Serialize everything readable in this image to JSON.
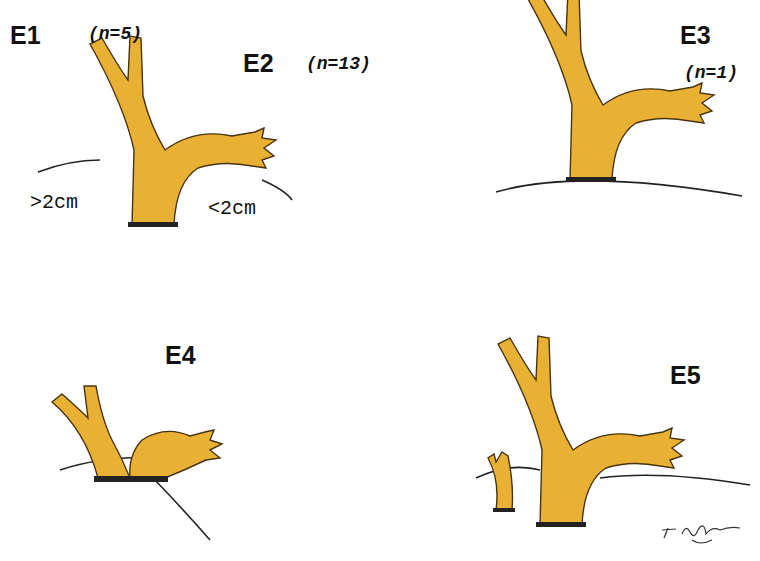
{
  "diagram": {
    "labels": [
      "E1",
      "(n=5)",
      "E2",
      "(n=13)",
      "E3",
      "(n=1)",
      ">2cm",
      "<2cm",
      "E4",
      "E5"
    ]
  }
}
